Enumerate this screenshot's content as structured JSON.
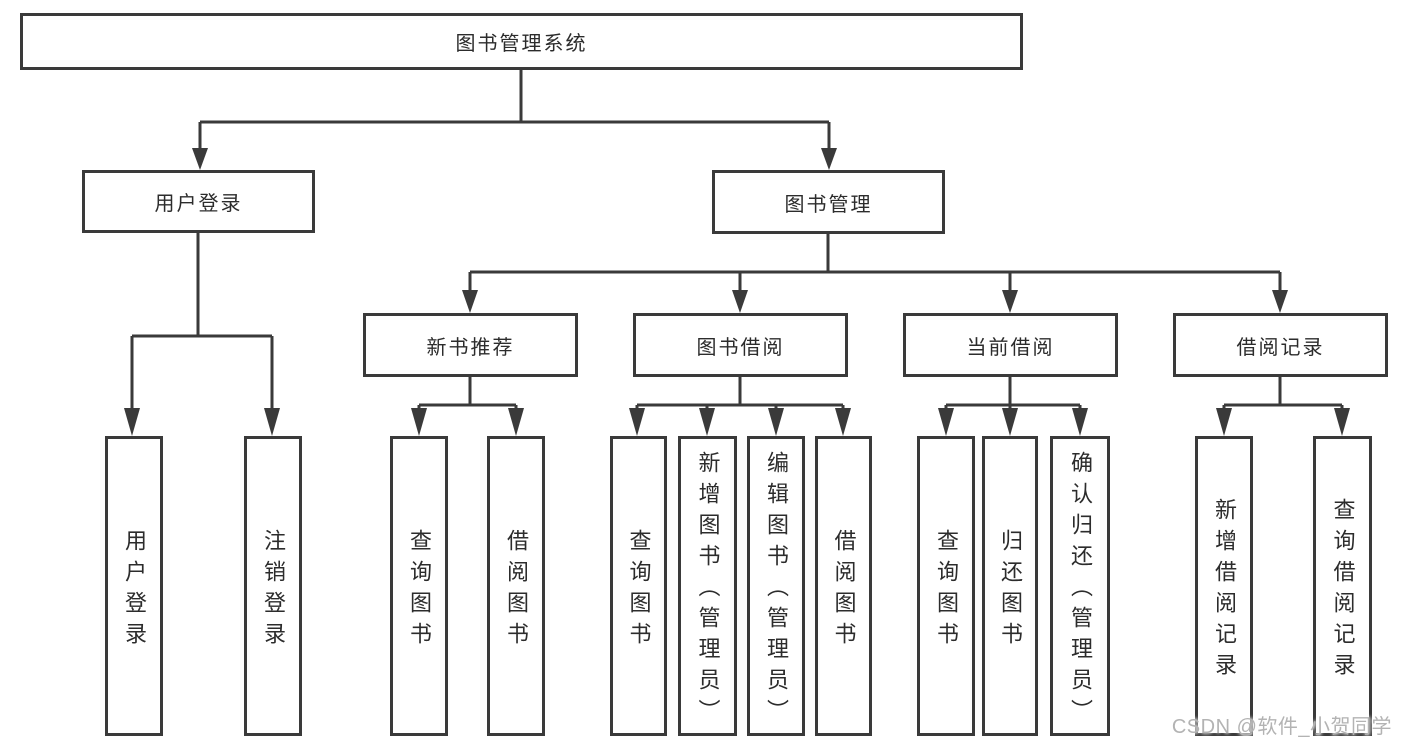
{
  "diagram": {
    "root": "图书管理系统",
    "level2": [
      "用户登录",
      "图书管理"
    ],
    "level3": [
      "新书推荐",
      "图书借阅",
      "当前借阅",
      "借阅记录"
    ],
    "leaves": {
      "user_login": [
        "用户登录",
        "注销登录"
      ],
      "new_book": [
        "查询图书",
        "借阅图书"
      ],
      "book_borrow": [
        "查询图书",
        "新增图书（管理员）",
        "编辑图书（管理员）",
        "借阅图书"
      ],
      "current_borrow": [
        "查询图书",
        "归还图书",
        "确认归还（管理员）"
      ],
      "borrow_record": [
        "新增借阅记录",
        "查询借阅记录"
      ]
    }
  },
  "watermark": "CSDN @软件_小贺同学",
  "colors": {
    "line": "#3a3a3a",
    "text": "#2c2c2c",
    "watermark": "#b3b3b3",
    "background": "#ffffff"
  }
}
